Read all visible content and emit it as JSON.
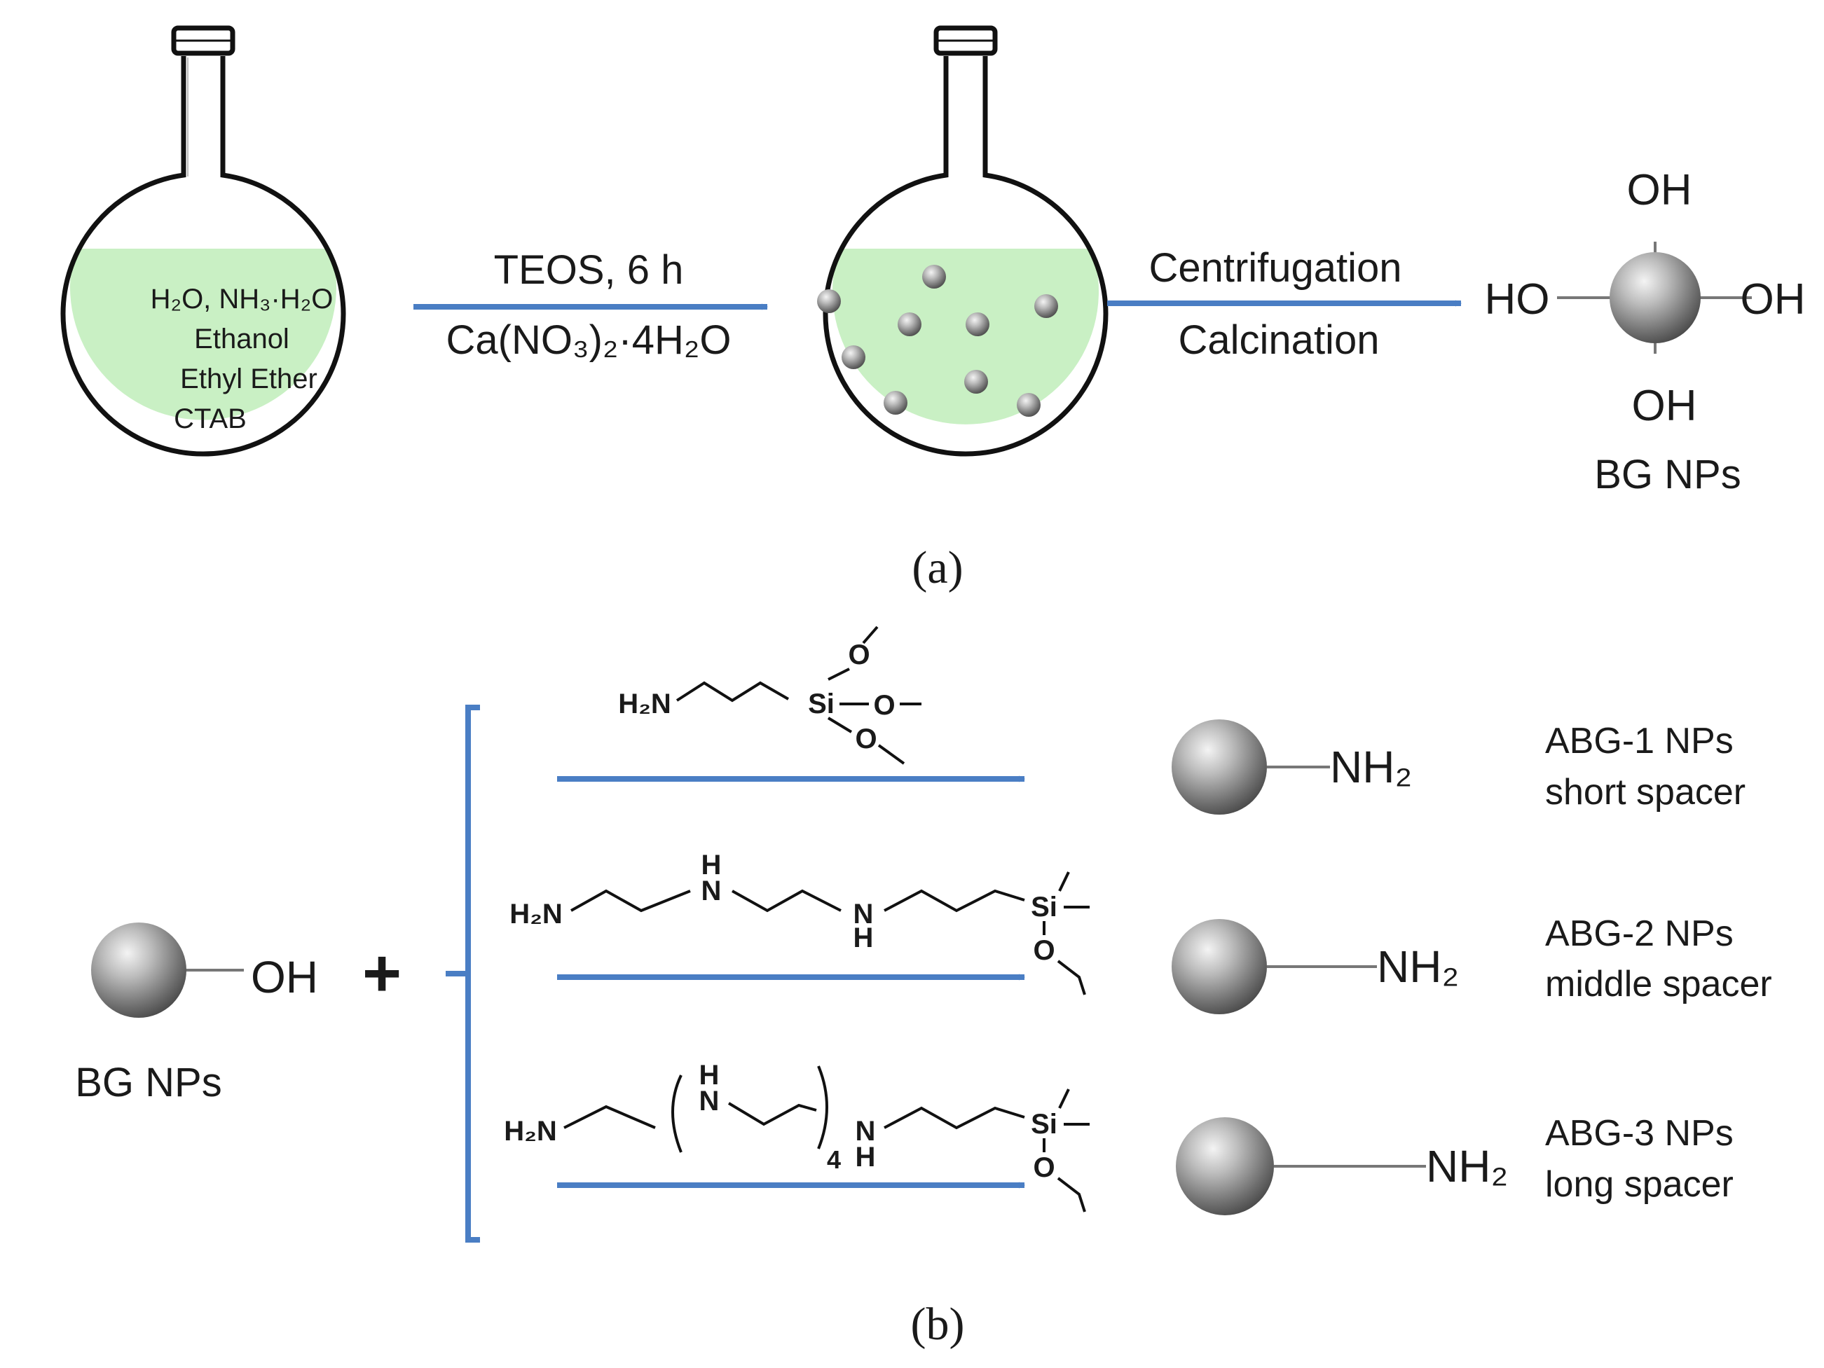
{
  "panel_a": {
    "flask1_lines": [
      "H₂O,  NH₃·H₂O",
      "Ethanol",
      "Ethyl Ether",
      "CTAB"
    ],
    "step1_above": "TEOS, 6 h",
    "step1_below": "Ca(NO₃)₂·4H₂O",
    "step2_above": "Centrifugation",
    "step2_below": "Calcination",
    "oh_top": "OH",
    "oh_left": "HO",
    "oh_right": "OH",
    "oh_bottom": "OH",
    "product_label": "BG NPs",
    "panel_label": "(a)"
  },
  "panel_b": {
    "reactant_group": "OH",
    "reactant_label": "BG NPs",
    "plus": "+",
    "reagent1": {
      "amine": "H₂N",
      "si": "Si",
      "o_top": "O",
      "o_mid": "O",
      "o_bot": "O"
    },
    "reagent2": {
      "amine": "H₂N",
      "nh1_h": "H",
      "nh1_n": "N",
      "nh2_n": "N",
      "nh2_h": "H",
      "si": "Si",
      "o": "O"
    },
    "reagent3": {
      "amine": "H₂N",
      "rep_h": "H",
      "rep_n": "N",
      "subscript": "4",
      "nh_n": "N",
      "nh_h": "H",
      "si": "Si",
      "o": "O"
    },
    "products": [
      {
        "group": "NH₂",
        "name": "ABG-1 NPs",
        "spacer": "short spacer"
      },
      {
        "group": "NH₂",
        "name": "ABG-2 NPs",
        "spacer": "middle spacer"
      },
      {
        "group": "NH₂",
        "name": "ABG-3 NPs",
        "spacer": "long spacer"
      }
    ],
    "panel_label": "(b)"
  },
  "colors": {
    "solution": "#c9f0c4",
    "arrow": "#4a7ec4",
    "bracket": "#4a7ec4"
  }
}
